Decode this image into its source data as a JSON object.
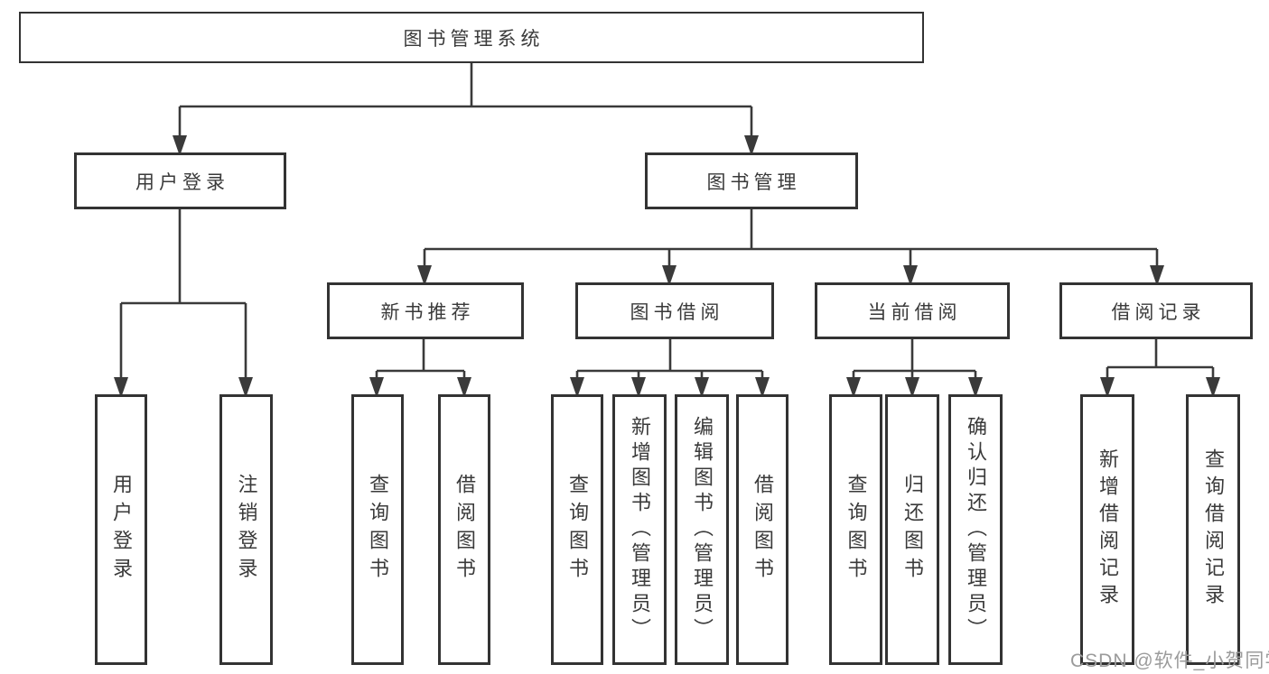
{
  "diagram": {
    "root": {
      "label": "图书管理系统"
    },
    "branches": [
      {
        "label": "用户登录",
        "children": [
          {
            "label": "用户登录"
          },
          {
            "label": "注销登录"
          }
        ]
      },
      {
        "label": "图书管理",
        "children": [
          {
            "label": "新书推荐",
            "children": [
              {
                "label": "查询图书"
              },
              {
                "label": "借阅图书"
              }
            ]
          },
          {
            "label": "图书借阅",
            "children": [
              {
                "label": "查询图书"
              },
              {
                "label": "新增图书（管理员）"
              },
              {
                "label": "编辑图书（管理员）"
              },
              {
                "label": "借阅图书"
              }
            ]
          },
          {
            "label": "当前借阅",
            "children": [
              {
                "label": "查询图书"
              },
              {
                "label": "归还图书"
              },
              {
                "label": "确认归还（管理员）"
              }
            ]
          },
          {
            "label": "借阅记录",
            "children": [
              {
                "label": "新增借阅记录"
              },
              {
                "label": "查询借阅记录"
              }
            ]
          }
        ]
      }
    ],
    "watermark": "CSDN @软件_小贺同学"
  },
  "colors": {
    "background": "#ffffff",
    "line": "#3a3a3a",
    "box_border": "#333333",
    "box_fill": "#ffffff",
    "text": "#3a3a3a",
    "watermark": "#9b9b9b"
  }
}
